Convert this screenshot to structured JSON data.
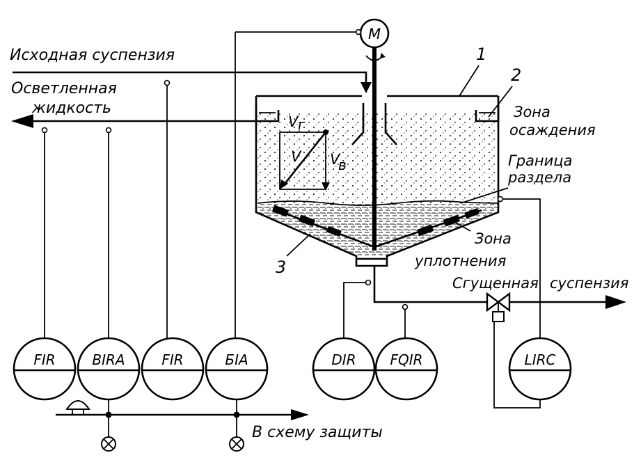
{
  "motor": "М",
  "streams": {
    "feed": "Исходная суспензия",
    "clarified_line1": "Осветленная",
    "clarified_line2": "жидкость",
    "thickened_word1": "Сгущенная",
    "thickened_word2": "суспензия",
    "protection": "В схему защиты"
  },
  "zones": {
    "settling_line1": "Зона",
    "settling_line2": "осаждения",
    "interface_line1": "Граница",
    "interface_line2": "раздела",
    "compaction_line1": "Зона",
    "compaction_line2": "уплотнения"
  },
  "callouts": {
    "n1": "1",
    "n2": "2",
    "n3": "3"
  },
  "velocity": {
    "vg": "V",
    "vg_sub": "г",
    "v": "V",
    "vv": "V",
    "vv_sub": "в"
  },
  "instruments": {
    "fir1": "FIR",
    "bira": "BIRA",
    "fir2": "FIR",
    "bia": "БIA",
    "dir": "DIR",
    "fqir": "FQIR",
    "lirc": "LIRC"
  }
}
